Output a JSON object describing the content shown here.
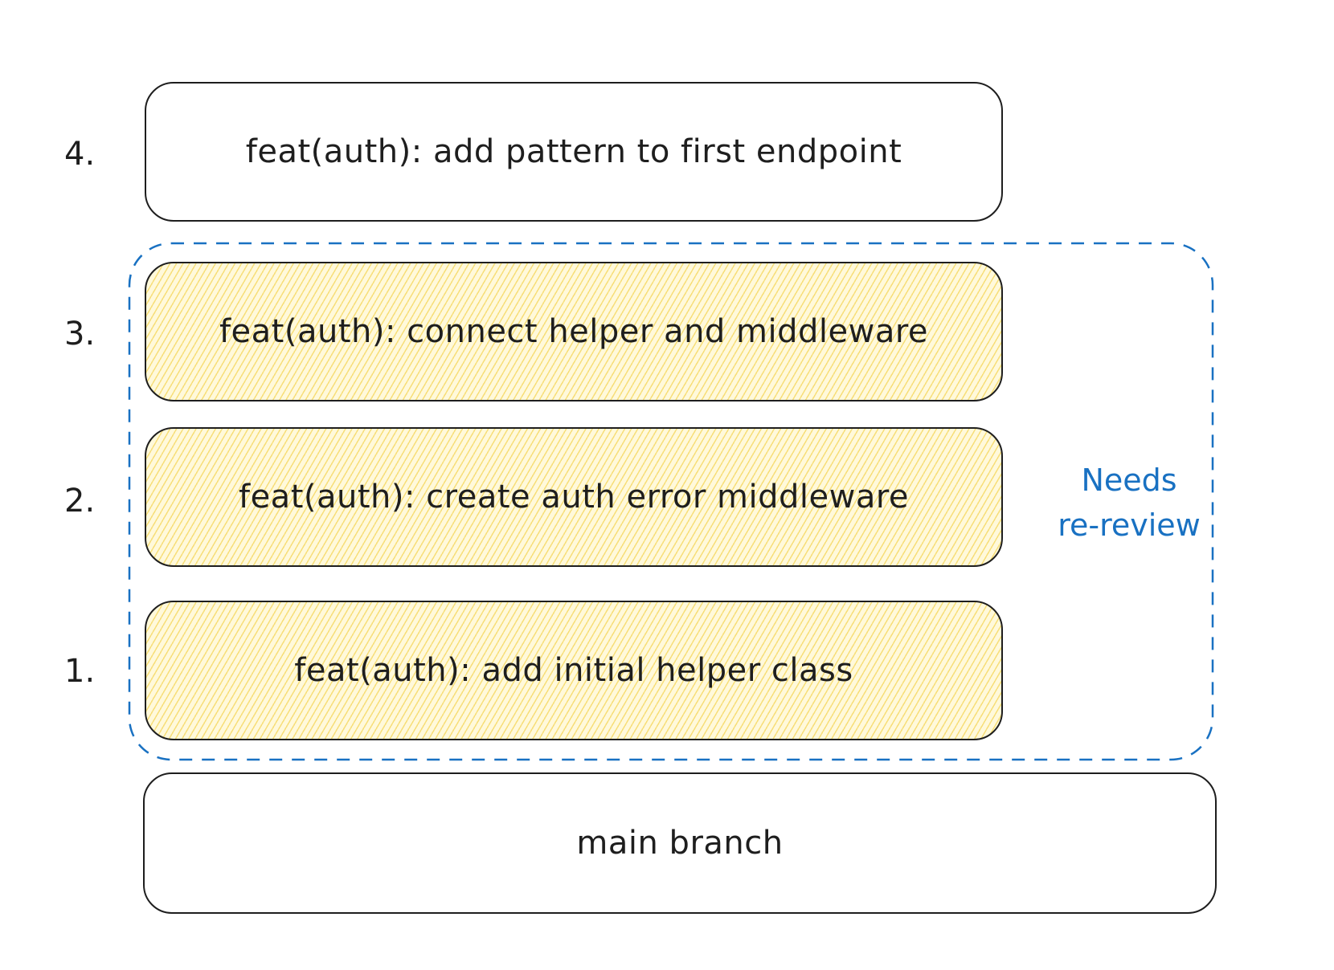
{
  "review_group": {
    "note_line1": "Needs",
    "note_line2": "re-review",
    "border_color": "#1971c2"
  },
  "commits": [
    {
      "number": "4.",
      "message": "feat(auth): add pattern to first endpoint",
      "needs_rereview": false
    },
    {
      "number": "3.",
      "message": "feat(auth): connect helper and middleware",
      "needs_rereview": true
    },
    {
      "number": "2.",
      "message": "feat(auth): create auth error middleware",
      "needs_rereview": true
    },
    {
      "number": "1.",
      "message": "feat(auth): add initial helper class",
      "needs_rereview": true
    }
  ],
  "base": {
    "label": "main branch"
  },
  "colors": {
    "stroke": "#1e1e1e",
    "hatch_fill": "#ffec99",
    "accent": "#1971c2"
  }
}
